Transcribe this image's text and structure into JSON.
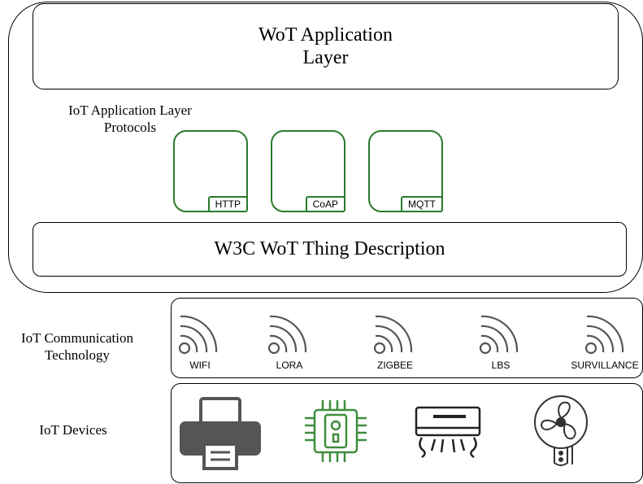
{
  "wot_application_layer": {
    "line1": "WoT Application",
    "line2": "Layer"
  },
  "iot_application_layer_protocols": {
    "line1": "IoT Application Layer",
    "line2": "Protocols"
  },
  "protocols": [
    "HTTP",
    "CoAP",
    "MQTT"
  ],
  "thing_description": "W3C WoT Thing Description",
  "iot_communication_technology": {
    "line1": "IoT Communication",
    "line2": "Technology"
  },
  "technologies": [
    "WIFI",
    "LORA",
    "ZIGBEE",
    "LBS",
    "SURVILLANCE"
  ],
  "iot_devices": "IoT Devices",
  "devices": [
    {
      "icon": "printer-icon"
    },
    {
      "icon": "microchip-icon"
    },
    {
      "icon": "air-conditioner-icon"
    },
    {
      "icon": "wall-fan-icon"
    }
  ],
  "colors": {
    "protocol_border": "#2b7a2b",
    "chip": "#3e8e3e",
    "icon_gray": "#555555"
  }
}
